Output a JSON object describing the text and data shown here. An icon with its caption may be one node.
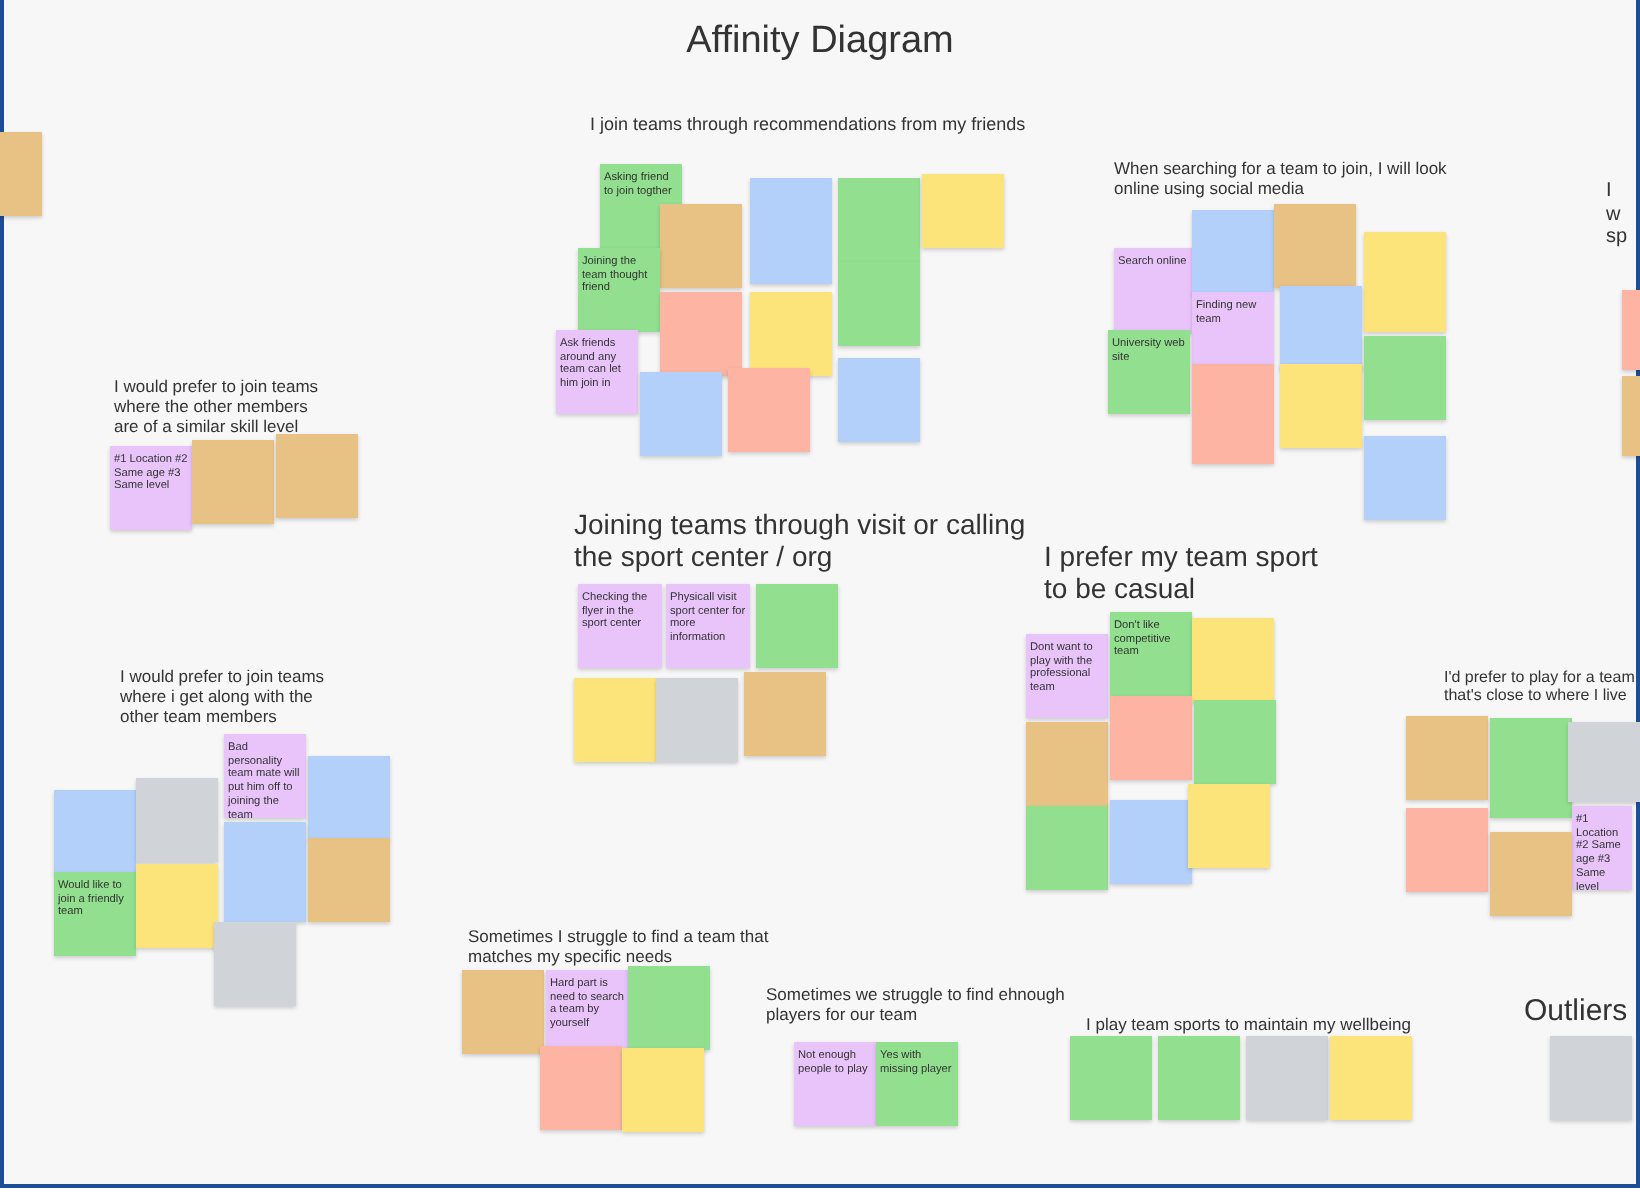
{
  "diagram": {
    "title": "Affinity Diagram",
    "nodes": [
      {
        "text": [],
        "shape": "box"
      },
      {
        "text": [
          "Asking friend to join togther"
        ]
      },
      {
        "text": [],
        "shape": "box"
      },
      {
        "text": [
          "Joining the team thought friend"
        ]
      },
      {
        "text": [],
        "shape": "box"
      },
      {
        "text": [],
        "shape": "box"
      },
      {
        "text": [],
        "shape": "box"
      },
      {
        "text": [],
        "shape": "box"
      },
      {
        "text": [],
        "shape": "box"
      },
      {
        "text": [],
        "shape": "box"
      },
      {
        "text": [
          "Ask friends around any team can let him join in"
        ]
      },
      {
        "text": [],
        "shape": "box"
      },
      {
        "text": [],
        "shape": "box"
      },
      {
        "text": [],
        "shape": "box"
      },
      {
        "text": [
          "Search online"
        ]
      },
      {
        "text": [],
        "shape": "box"
      },
      {
        "text": [],
        "shape": "box"
      },
      {
        "text": [],
        "shape": "box"
      },
      {
        "text": [
          "Finding new team"
        ]
      },
      {
        "text": [
          "University web site"
        ]
      },
      {
        "text": [],
        "shape": "box"
      },
      {
        "text": [],
        "shape": "box"
      },
      {
        "text": [],
        "shape": "box"
      },
      {
        "text": [],
        "shape": "box"
      },
      {
        "text": [],
        "shape": "box"
      },
      {
        "text": [],
        "shape": "box"
      },
      {
        "text": [],
        "shape": "box"
      },
      {
        "text": [
          "#1 Location #2 Same age #3 Same level"
        ]
      },
      {
        "text": [],
        "shape": "box"
      },
      {
        "text": [],
        "shape": "box"
      },
      {
        "text": [
          "Checking the flyer in the sport center"
        ]
      },
      {
        "text": [
          "Physicall visit sport center for more information"
        ]
      },
      {
        "text": [],
        "shape": "box"
      },
      {
        "text": [],
        "shape": "box"
      },
      {
        "text": [],
        "shape": "box"
      },
      {
        "text": [],
        "shape": "box"
      },
      {
        "text": [
          "Dont want to play with the professional team"
        ]
      },
      {
        "text": [
          "Don't like competitive team"
        ]
      },
      {
        "text": [],
        "shape": "box"
      },
      {
        "text": [],
        "shape": "box"
      },
      {
        "text": [],
        "shape": "box"
      },
      {
        "text": [],
        "shape": "box"
      },
      {
        "text": [],
        "shape": "box"
      },
      {
        "text": [],
        "shape": "box"
      },
      {
        "text": [],
        "shape": "box"
      },
      {
        "text": [],
        "shape": "box"
      },
      {
        "text": [],
        "shape": "box"
      },
      {
        "text": [],
        "shape": "box"
      },
      {
        "text": [],
        "shape": "box"
      },
      {
        "text": [
          "#1 Location #2 Same age #3 Same level"
        ]
      },
      {
        "text": [],
        "shape": "box"
      },
      {
        "text": [],
        "shape": "box"
      },
      {
        "text": [],
        "shape": "box"
      },
      {
        "text": [
          "Bad personality team mate will put him off to joining the team"
        ]
      },
      {
        "text": [],
        "shape": "box"
      },
      {
        "text": [
          "Would like to join a friendly team"
        ]
      },
      {
        "text": [],
        "shape": "box"
      },
      {
        "text": [],
        "shape": "box"
      },
      {
        "text": [],
        "shape": "box"
      },
      {
        "text": [],
        "shape": "box"
      },
      {
        "text": [],
        "shape": "box"
      },
      {
        "text": [
          "Hard part is need to search a team by yourself"
        ]
      },
      {
        "text": [],
        "shape": "box"
      },
      {
        "text": [],
        "shape": "box"
      },
      {
        "text": [],
        "shape": "box"
      },
      {
        "text": [
          "Not enough people to play"
        ]
      },
      {
        "text": [
          "Yes with missing player"
        ]
      },
      {
        "text": [],
        "shape": "box"
      },
      {
        "text": [],
        "shape": "box"
      },
      {
        "text": [],
        "shape": "box"
      },
      {
        "text": [],
        "shape": "box"
      },
      {
        "text": [],
        "shape": "box"
      }
    ],
    "labels": [
      "I join teams through recommendations from my friends",
      "When searching for a team to join, I will look online using social media",
      "I w sp",
      "I would prefer to join teams where the other members are of a similar skill level",
      "Joining teams through visit or calling the sport center / org",
      "I prefer my team sport to be casual",
      "I'd prefer to play for a team that's close to where I live",
      "I would prefer to join teams where i get along with the other team members",
      "Sometimes I struggle to find a team that matches my specific needs",
      "Sometimes we struggle to find ehnough players for our team",
      "I play team sports to maintain my wellbeing",
      "Outliers"
    ]
  }
}
